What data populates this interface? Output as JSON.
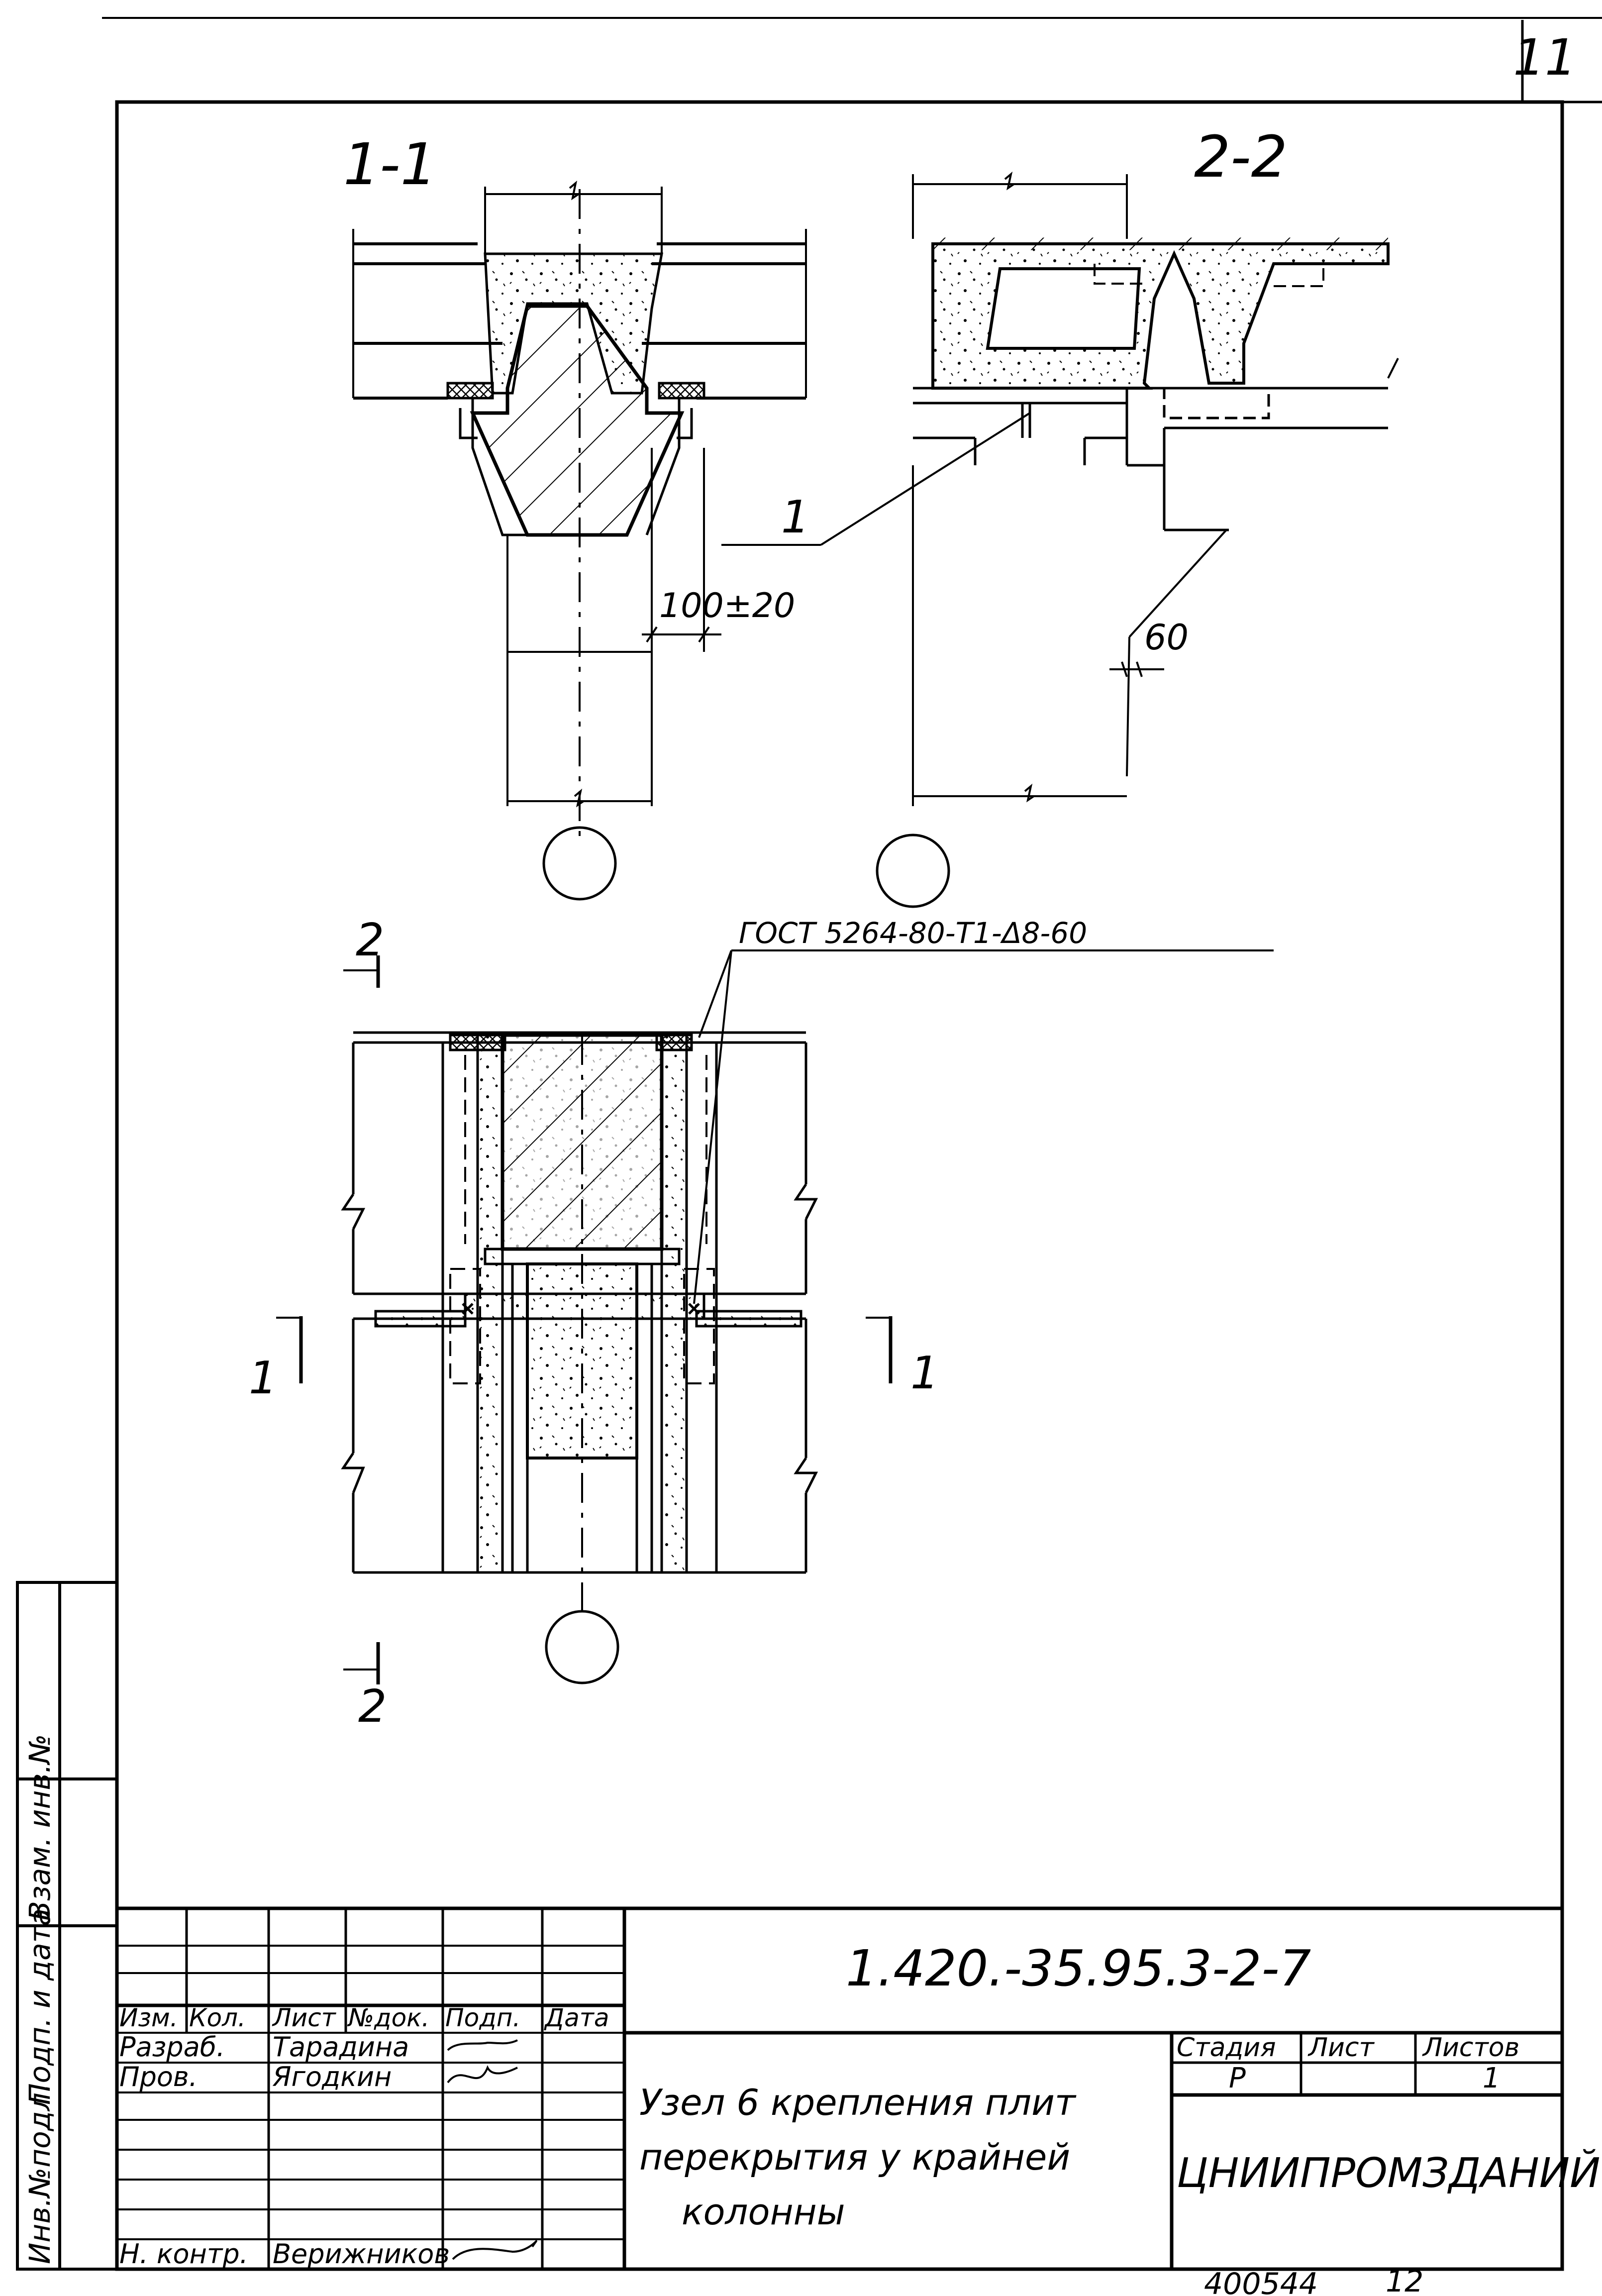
{
  "sheet_number": "11",
  "section_1": "1-1",
  "section_2": "2-2",
  "dim_gap": "100±20",
  "dim_60": "60",
  "leader_1": "1",
  "gost_note": "ГОСТ 5264-80-Т1-Δ8-60",
  "cut_2_top": "2",
  "cut_2_bottom": "2",
  "cut_1_left": "1",
  "cut_1_right": "1",
  "side_stamp": {
    "inv_podl": "Инв.№подл.",
    "podp_data": "Подп. и дата",
    "vzam_inv": "Взам. инв.№"
  },
  "title_block": {
    "doc_code": "1.420.-35.95.3-2-7",
    "col_izm": "Изм.",
    "col_kol": "Кол.",
    "col_list": "Лист",
    "col_ndok": "№док.",
    "col_podp": "Подп.",
    "col_data": "Дата",
    "razrab_label": "Разраб.",
    "razrab_name": "Тарадина",
    "prov_label": "Пров.",
    "prov_name": "Ягодкин",
    "nkontr_label": "Н. контр.",
    "nkontr_name": "Верижников",
    "title_line1": "Узел 6 крепления плит",
    "title_line2": "перекрытия у крайней",
    "title_line3": "колонны",
    "stadia_label": "Стадия",
    "list_label": "Лист",
    "listov_label": "Листов",
    "stadia_value": "Р",
    "listov_value": "1",
    "org": "ЦНИИПРОМЗДАНИЙ"
  },
  "archive_no": "400544",
  "archive_sheet": "12"
}
